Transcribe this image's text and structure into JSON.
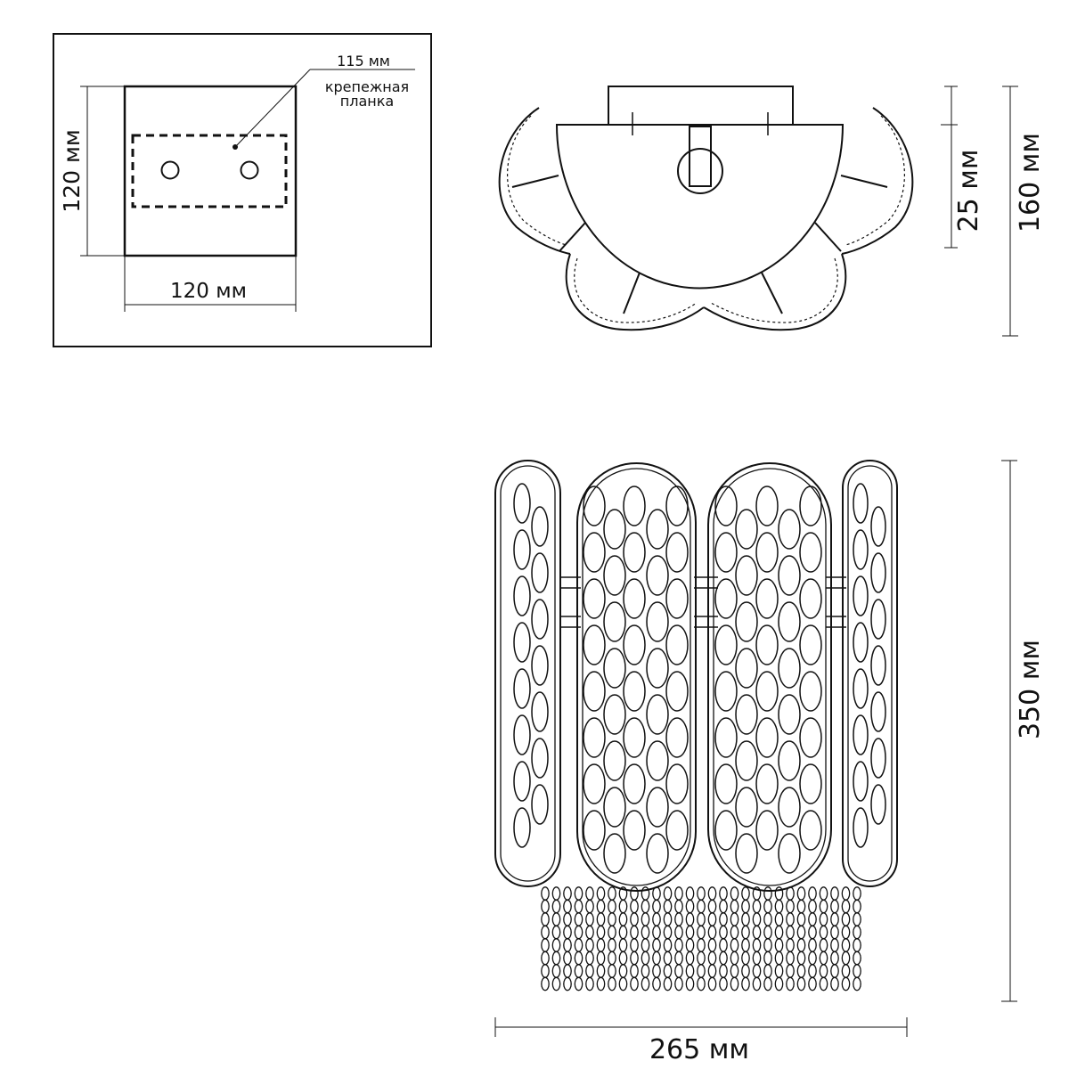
{
  "mount_plate": {
    "width_label": "120 мм",
    "height_label": "120 мм",
    "bracket_width_label": "115 мм",
    "bracket_caption_line1": "крепежная",
    "bracket_caption_line2": "планка"
  },
  "top_view": {
    "depth_total_label": "160 мм",
    "base_label": "25 мм"
  },
  "front_view": {
    "height_label": "350 мм",
    "width_label": "265 мм"
  },
  "colors": {
    "line": "#111111",
    "background": "#ffffff"
  }
}
